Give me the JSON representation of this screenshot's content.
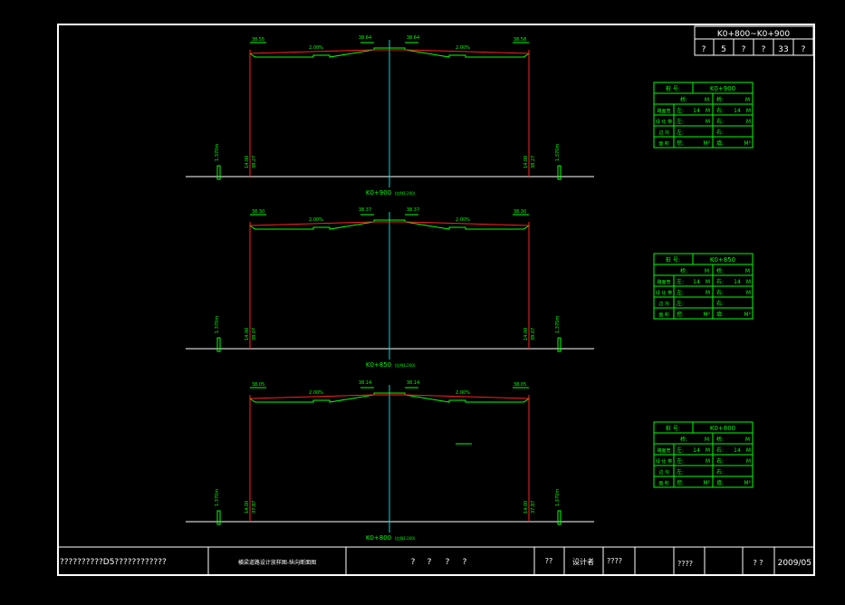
{
  "title_block": {
    "header_range": "K0+800~K0+900",
    "header_cells": [
      "?",
      "5",
      "?",
      "?",
      "33",
      "?"
    ],
    "project_name": "??????????D5????????????",
    "drawing_name": "横梁道路设计放样图-纵向断面图",
    "middle_marks": [
      "?",
      "?",
      "?",
      "?"
    ],
    "mark_cell": "??",
    "designer": "设计者",
    "cell_a": "????",
    "cell_b": "????",
    "cell_c": "? ?",
    "date": "2009/05"
  },
  "sections": [
    {
      "station": "K0+900",
      "scale_note": "(比例1:200)",
      "left_edge_elev": "38.55",
      "left_slope": "2.00%",
      "center_left_elev": "38.64",
      "center_right_elev": "38.64",
      "right_slope": "2.00%",
      "right_edge_elev": "38.58",
      "left_ground": "38.27",
      "left_ground2": "14.00",
      "right_ground": "38.27",
      "right_ground2": "14.00",
      "left_post": "1.370m",
      "right_post": "1.370m"
    },
    {
      "station": "K0+850",
      "scale_note": "(比例1:200)",
      "left_edge_elev": "38.30",
      "left_slope": "2.00%",
      "center_left_elev": "38.37",
      "center_right_elev": "38.37",
      "right_slope": "2.00%",
      "right_edge_elev": "38.30",
      "left_ground": "38.07",
      "left_ground2": "14.00",
      "right_ground": "38.07",
      "right_ground2": "14.00",
      "left_post": "1.370m",
      "right_post": "1.370m"
    },
    {
      "station": "K0+800",
      "scale_note": "(比例1:200)",
      "left_edge_elev": "38.05",
      "left_slope": "2.00%",
      "center_left_elev": "38.14",
      "center_right_elev": "38.14",
      "right_slope": "2.00%",
      "right_edge_elev": "38.05",
      "left_ground": "37.87",
      "left_ground2": "14.00",
      "right_ground": "37.87",
      "right_ground2": "14.00",
      "left_post": "1.370m",
      "right_post": "1.370m"
    }
  ],
  "info_tables": [
    {
      "head_label": "桩 号:",
      "station": "K0+900",
      "rows": [
        [
          "桥:",
          "M",
          "桥:",
          "M"
        ],
        [
          "路面宽",
          "左:",
          "14",
          "M",
          "右:",
          "14",
          "M"
        ],
        [
          "绿 化 带",
          "左:",
          "",
          "M",
          "右:",
          "",
          "M"
        ],
        [
          "边 沟",
          "左:",
          "",
          "",
          "右:",
          "",
          ""
        ],
        [
          "面 积",
          "挖:",
          "",
          "M²",
          "填:",
          "",
          "M²"
        ]
      ]
    },
    {
      "head_label": "桩 号:",
      "station": "K0+850",
      "rows": [
        [
          "桥:",
          "M",
          "桥:",
          "M"
        ],
        [
          "路面宽",
          "左:",
          "14",
          "M",
          "右:",
          "14",
          "M"
        ],
        [
          "绿 化 带",
          "左:",
          "",
          "M",
          "右:",
          "",
          "M"
        ],
        [
          "边 沟",
          "左:",
          "",
          "",
          "右:",
          "",
          ""
        ],
        [
          "面 积",
          "挖:",
          "",
          "M²",
          "填:",
          "",
          "M²"
        ]
      ]
    },
    {
      "head_label": "桩 号:",
      "station": "K0+800",
      "rows": [
        [
          "桥:",
          "M",
          "桥:",
          "M"
        ],
        [
          "路面宽",
          "左:",
          "14",
          "M",
          "右:",
          "14",
          "M"
        ],
        [
          "绿 化 带",
          "左:",
          "",
          "M",
          "右:",
          "",
          "M"
        ],
        [
          "边 沟",
          "左:",
          "",
          "",
          "右:",
          "",
          ""
        ],
        [
          "面 积",
          "挖:",
          "",
          "M²",
          "填:",
          "",
          "M²"
        ]
      ]
    }
  ],
  "colors": {
    "frame": "#ffffff",
    "road": "#00ff00",
    "profile": "#ff2020",
    "centerline": "#00d8d8",
    "ground": "#ffffff"
  }
}
